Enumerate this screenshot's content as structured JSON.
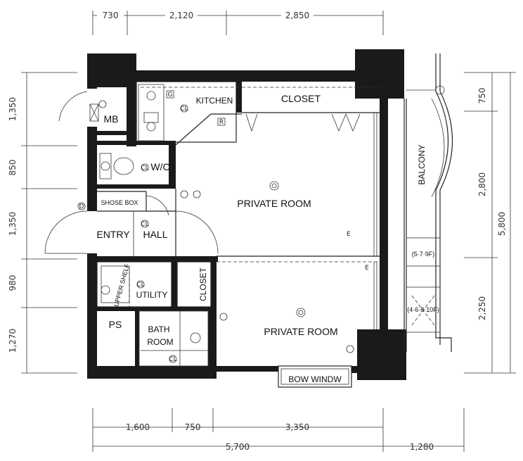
{
  "dimensions": {
    "top": [
      "730",
      "2,120",
      "2,850"
    ],
    "left": [
      "1,350",
      "850",
      "1,350",
      "980",
      "1,270"
    ],
    "right_inner": [
      "750",
      "2,800",
      "2,250"
    ],
    "right_outer": "5,800",
    "bottom_inner": [
      "1,600",
      "750",
      "3,350"
    ],
    "bottom_outer": [
      "5,700",
      "1,280"
    ]
  },
  "rooms": {
    "kitchen": "KITCHEN",
    "closet_top": "CLOSET",
    "mb": "MB",
    "wc": "W/C",
    "shoe_box": "SHOSE BOX",
    "private_room_1": "PRIVATE ROOM",
    "entry": "ENTRY",
    "hall": "HALL",
    "upper_shelf": "UPPER SHELF",
    "utility": "UTILITY",
    "closet_mid": "CLOSET",
    "ps": "PS",
    "bath_line1": "BATH",
    "bath_line2": "ROOM",
    "private_room_2": "PRIVATE ROOM",
    "bow_window": "BOW WINDW",
    "balcony": "BALCONY",
    "unit_upper": "(5·7·9F)",
    "unit_lower": "(4·6·8·10F)"
  },
  "symbols": {
    "cl": "CL",
    "g": "G",
    "r": "R",
    "d": "D",
    "e": "E"
  }
}
